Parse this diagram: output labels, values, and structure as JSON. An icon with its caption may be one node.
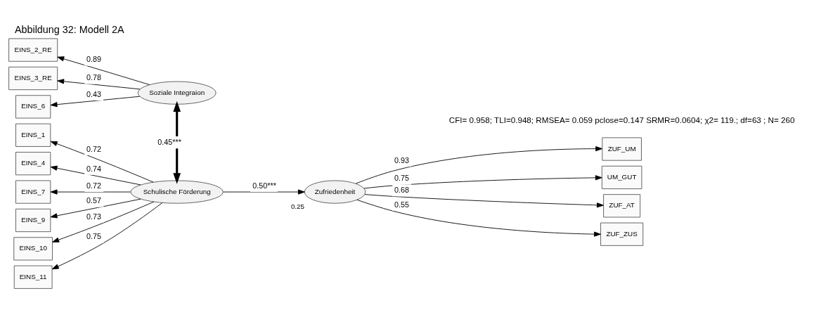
{
  "diagram": {
    "title": "Abbildung 32: Modell 2A",
    "nodes": [
      {
        "text": [
          "Soziale Integraion"
        ]
      },
      {
        "text": [
          "Schulische Förderung"
        ]
      },
      {
        "text": [
          "Zufriedenheit"
        ],
        "beside": [
          "0.25"
        ]
      },
      {
        "text": [
          "EINS_2_RE"
        ]
      },
      {
        "text": [
          "EINS_3_RE"
        ]
      },
      {
        "text": [
          "EINS_6"
        ]
      },
      {
        "text": [
          "EINS_1"
        ]
      },
      {
        "text": [
          "EINS_4"
        ]
      },
      {
        "text": [
          "EINS_7"
        ]
      },
      {
        "text": [
          "EINS_9"
        ]
      },
      {
        "text": [
          "EINS_10"
        ]
      },
      {
        "text": [
          "EINS_11"
        ]
      },
      {
        "text": [
          "ZUF_UM"
        ]
      },
      {
        "text": [
          "UM_GUT"
        ]
      },
      {
        "text": [
          "ZUF_AT"
        ]
      },
      {
        "text": [
          "ZUF_ZUS"
        ]
      }
    ],
    "edges": [
      {
        "from": 0,
        "to": 3,
        "arrow": "to",
        "label": "0.89"
      },
      {
        "from": 0,
        "to": 4,
        "arrow": "to",
        "label": "0.78"
      },
      {
        "from": 0,
        "to": 5,
        "arrow": "to",
        "label": "0.43"
      },
      {
        "from": 1,
        "to": 6,
        "arrow": "to",
        "label": "0.72"
      },
      {
        "from": 1,
        "to": 7,
        "arrow": "to",
        "label": "0.74"
      },
      {
        "from": 1,
        "to": 8,
        "arrow": "to",
        "label": "0.72"
      },
      {
        "from": 1,
        "to": 9,
        "arrow": "to",
        "label": "0.57"
      },
      {
        "from": 1,
        "to": 10,
        "arrow": "to",
        "label": "0.73"
      },
      {
        "from": 1,
        "to": 11,
        "arrow": "to",
        "label": "0.75"
      },
      {
        "from": 0,
        "to": 1,
        "arrow": "both",
        "label": "0.45***",
        "style": "thick"
      },
      {
        "from": 1,
        "to": 2,
        "arrow": "to",
        "label": "0.50***"
      },
      {
        "from": 2,
        "to": 12,
        "arrow": "to",
        "label": "0.93"
      },
      {
        "from": 2,
        "to": 13,
        "arrow": "to",
        "label": "0.75"
      },
      {
        "from": 2,
        "to": 14,
        "arrow": "to",
        "label": "0.68"
      },
      {
        "from": 2,
        "to": 15,
        "arrow": "to",
        "label": "0.55"
      }
    ],
    "labels": [
      "CFI= 0.958; TLI=0.948; RMSEA= 0.059 pclose=0.147 SRMR=0.0604; χ2= 119.; df=63 ; N= 260"
    ]
  }
}
